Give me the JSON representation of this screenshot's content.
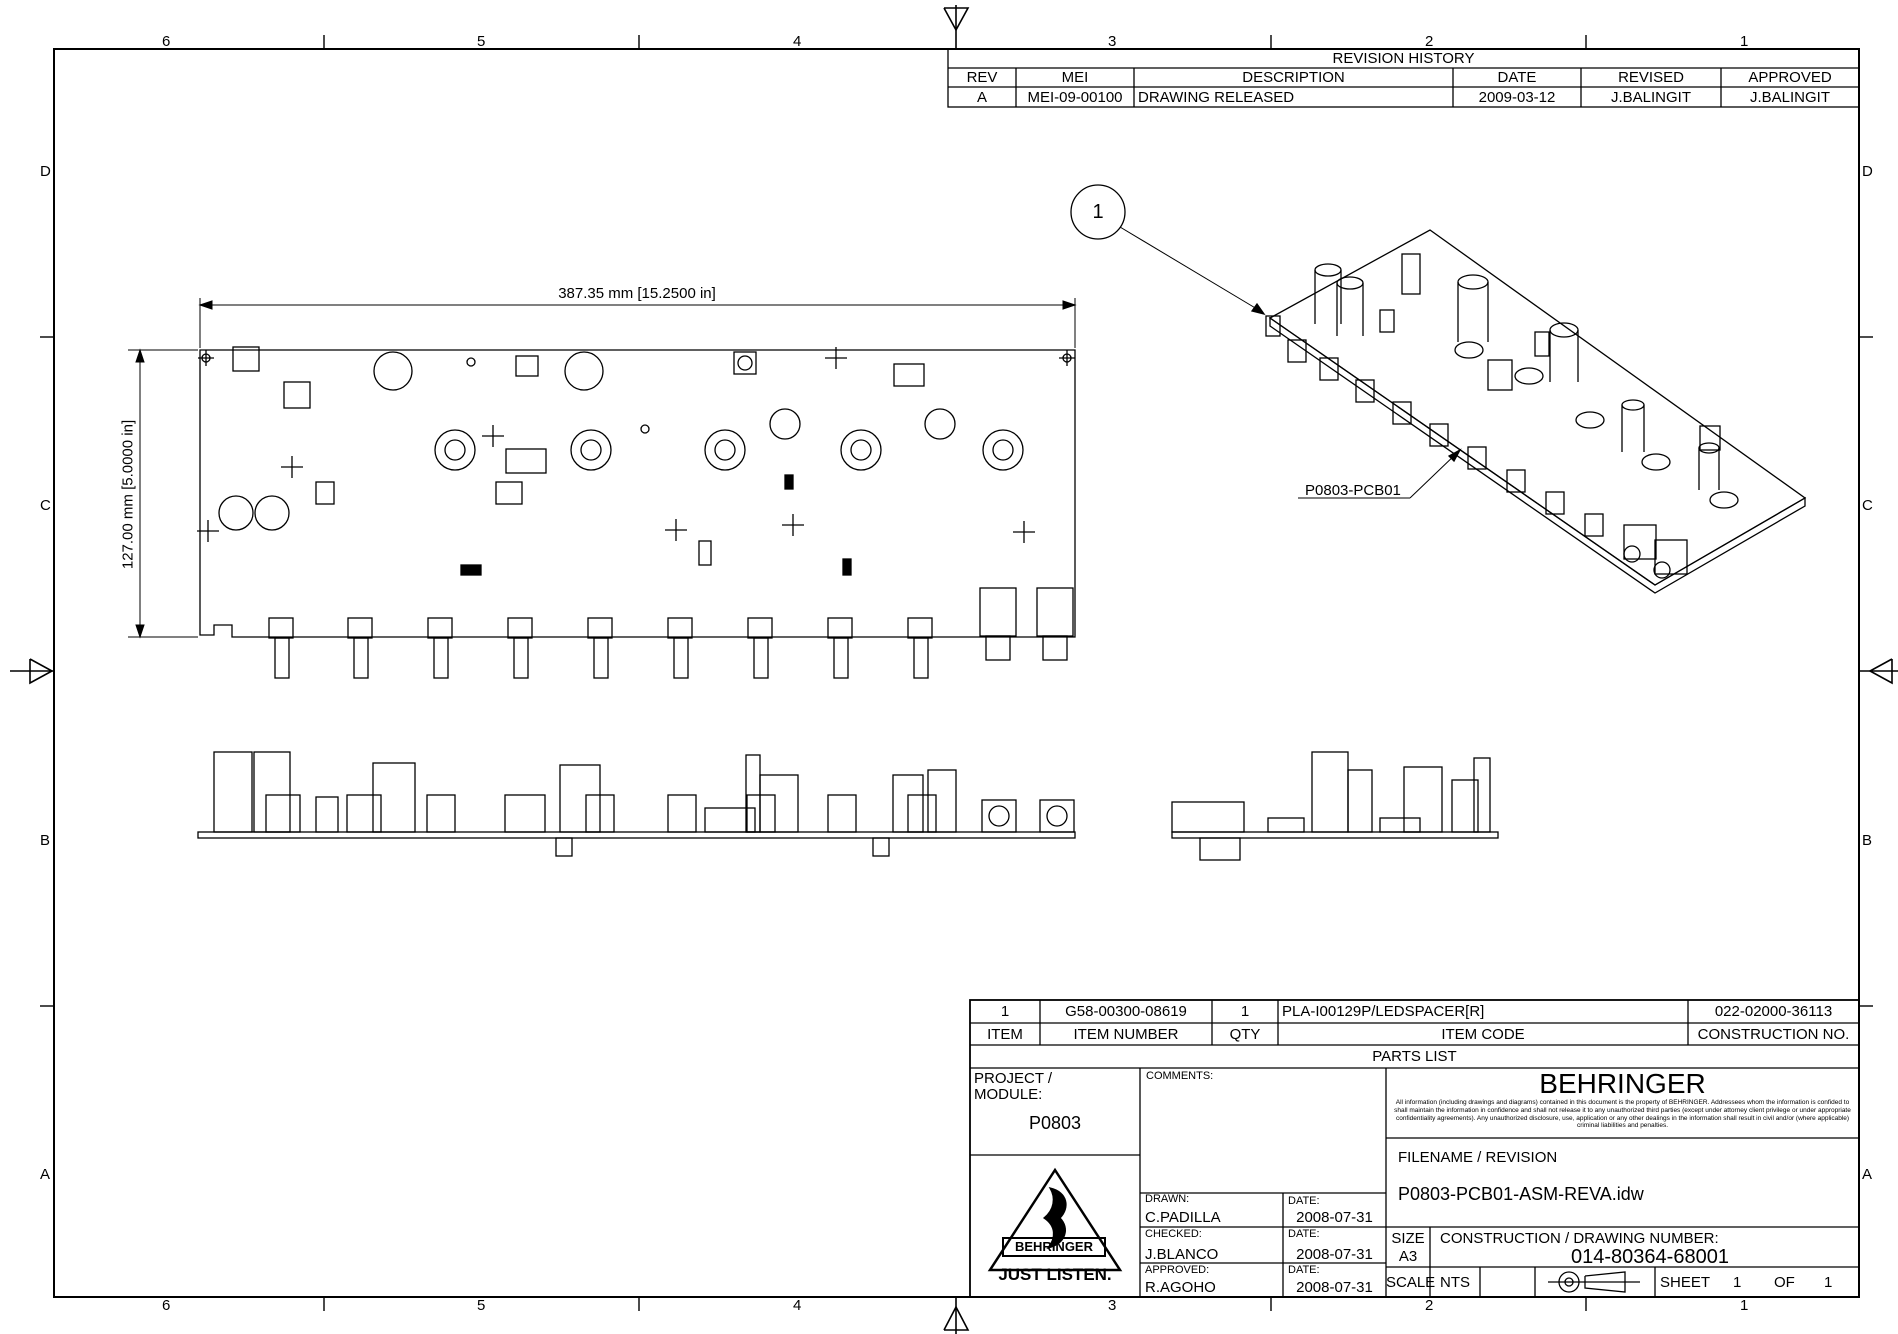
{
  "zones": {
    "columns": [
      "6",
      "5",
      "4",
      "3",
      "2",
      "1"
    ],
    "rows": [
      "D",
      "C",
      "B",
      "A"
    ]
  },
  "revision_history": {
    "title": "REVISION HISTORY",
    "headers": [
      "REV",
      "MEI",
      "DESCRIPTION",
      "DATE",
      "REVISED",
      "APPROVED"
    ],
    "row": [
      "A",
      "MEI-09-00100",
      "DRAWING RELEASED",
      "2009-03-12",
      "J.BALINGIT",
      "J.BALINGIT"
    ]
  },
  "dimensions": {
    "width": "387.35 mm [15.2500 in]",
    "height": "127.00 mm [5.0000 in]"
  },
  "balloon": {
    "number": "1",
    "label": "P0803-PCB01"
  },
  "parts_list": {
    "row": [
      "1",
      "G58-00300-08619",
      "1",
      "PLA-I00129P/LEDSPACER[R]",
      "022-02000-36113"
    ],
    "headers": [
      "ITEM",
      "ITEM NUMBER",
      "QTY",
      "ITEM CODE",
      "CONSTRUCTION NO."
    ],
    "title": "PARTS LIST"
  },
  "title_block": {
    "project_label": "PROJECT / MODULE:",
    "project_value": "P0803",
    "comments_label": "COMMENTS:",
    "company": "BEHRINGER",
    "disclaimer": "All information (including drawings and diagrams) contained in this document is the property of BEHRINGER. Addressees whom the information is confided to shall maintain the information in confidence and shall not release it to any unauthorized third parties (except under attorney client privilege or under appropriate confidentiality agreements). Any unauthorized disclosure, use, application or any other dealings in the information shall result in civil and/or (where applicable) criminal liabilities and penalties.",
    "filename_label": "FILENAME / REVISION",
    "filename_value": "P0803-PCB01-ASM-REVA.idw",
    "logo_text": "BEHRINGER",
    "slogan": "JUST LISTEN.",
    "drawn_label": "DRAWN:",
    "drawn_value": "C.PADILLA",
    "checked_label": "CHECKED:",
    "checked_value": "J.BLANCO",
    "approved_label": "APPROVED:",
    "approved_value": "R.AGOHO",
    "date_label": "DATE:",
    "drawn_date": "2008-07-31",
    "checked_date": "2008-07-31",
    "approved_date": "2008-07-31",
    "size_label": "SIZE",
    "size_value": "A3",
    "construction_label": "CONSTRUCTION / DRAWING NUMBER:",
    "construction_value": "014-80364-68001",
    "scale_label": "SCALE",
    "scale_value": "NTS",
    "sheet_label": "SHEET",
    "sheet_value": "1",
    "of_label": "OF",
    "of_value": "1"
  },
  "colors": {
    "line": "#000000",
    "background": "#ffffff"
  }
}
